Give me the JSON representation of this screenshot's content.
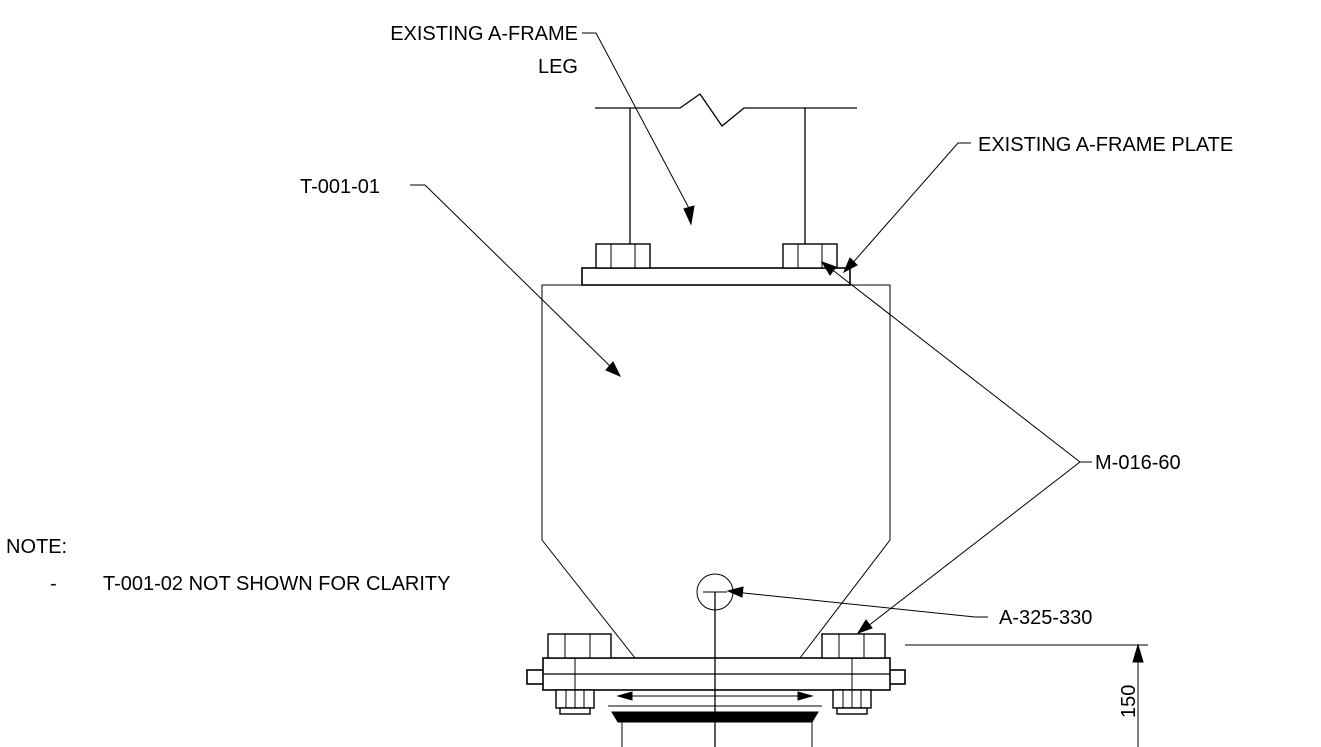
{
  "labels": {
    "existing_leg_line1": "EXISTING A-FRAME",
    "existing_leg_line2": "LEG",
    "existing_plate": "EXISTING A-FRAME PLATE",
    "part_t00101": "T-001-01",
    "part_m01660": "M-016-60",
    "part_a325330": "A-325-330",
    "note_title": "NOTE:",
    "note_bullet": "-",
    "note_text": "T-001-02 NOT SHOWN FOR CLARITY",
    "dimension_150": "150"
  },
  "colors": {
    "line": "#000000",
    "background": "#ffffff"
  }
}
